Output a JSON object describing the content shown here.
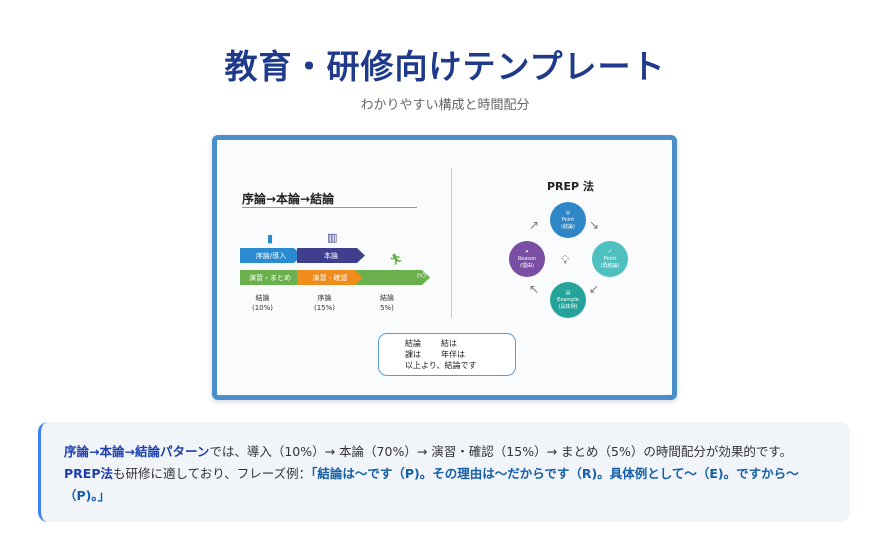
{
  "header": {
    "title": "教育・研修向けテンプレート",
    "subtitle": "わかりやすい構成と時間配分"
  },
  "figure": {
    "flow_title": "序論→本論→結論",
    "bars_top": [
      "序論/導入",
      "本論"
    ],
    "bars_bottom": [
      "演習・まとめ",
      "演習・確認"
    ],
    "labels": [
      {
        "name": "結論",
        "pct": "(10%)"
      },
      {
        "name": "序論",
        "pct": "(15%)"
      },
      {
        "name": "結論",
        "pct": "5%)"
      }
    ],
    "callout": [
      [
        "結論",
        "結は"
      ],
      [
        "課は",
        "年伴は"
      ],
      [
        "以上より、結論です",
        ""
      ]
    ],
    "prep_title": "PREP 法",
    "prep": [
      {
        "en": "Point",
        "ja": "(結論)",
        "color": "#2f86c6"
      },
      {
        "en": "Point",
        "ja": "(再結論)",
        "color": "#4fc0c0"
      },
      {
        "en": "Example",
        "ja": "(具体例)",
        "color": "#24a39a"
      },
      {
        "en": "Reason",
        "ja": "(理由)",
        "color": "#7a4ea3"
      }
    ],
    "colors": {
      "blue": "#2a8bd0",
      "navy": "#3f3f8f",
      "green": "#6ab04c",
      "orange": "#f08c1c"
    }
  },
  "note": {
    "line1_bold": "序論→本論→結論パターン",
    "line1_rest": "では、導入（10%）→ 本論（70%）→ 演習・確認（15%）→ まとめ（5%）の時間配分が効果的です。",
    "line2_bold": "PREP法",
    "line2_rest": "も研修に適しており、フレーズ例：",
    "line2_quote": "「結論は〜です（P)。その理由は〜だからです（R)。具体例として〜（E)。ですから〜（P)。」"
  }
}
